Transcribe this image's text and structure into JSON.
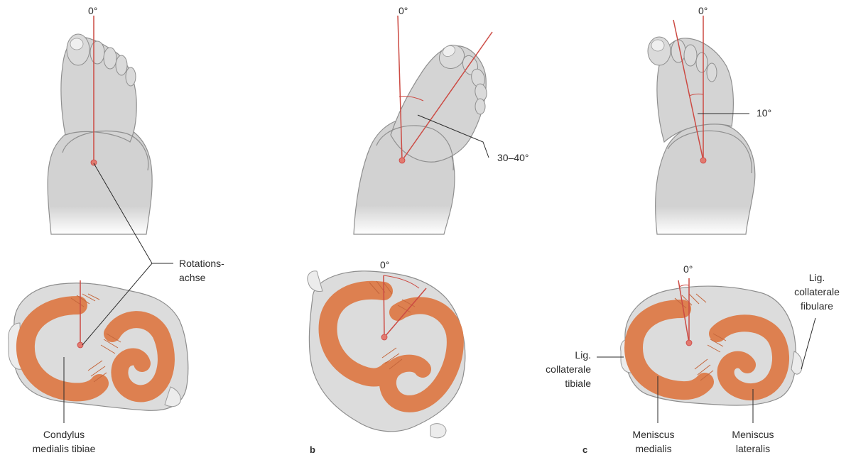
{
  "figure": {
    "panel_a": {
      "angle_top": "0°",
      "label_axis_line1": "Rotations-",
      "label_axis_line2": "achse",
      "label_condylus_line1": "Condylus",
      "label_condylus_line2": "medialis tibiae"
    },
    "panel_b": {
      "letter": "b",
      "angle_top": "0°",
      "angle_rotation": "30–40°",
      "angle_tibia": "0°"
    },
    "panel_c": {
      "letter": "c",
      "angle_top": "0°",
      "angle_rotation": "10°",
      "angle_tibia": "0°",
      "label_lig_fib_line1": "Lig.",
      "label_lig_fib_line2": "collaterale",
      "label_lig_fib_line3": "fibulare",
      "label_lig_tib_line1": "Lig.",
      "label_lig_tib_line2": "collaterale",
      "label_lig_tib_line3": "tibiale",
      "label_men_med_line1": "Meniscus",
      "label_men_med_line2": "medialis",
      "label_men_lat_line1": "Meniscus",
      "label_men_lat_line2": "lateralis"
    }
  },
  "colors": {
    "axis": "#cc4a43",
    "meniscus": "#dd8050",
    "skin": "#d4d4d4",
    "bone": "#dcdcdc"
  }
}
